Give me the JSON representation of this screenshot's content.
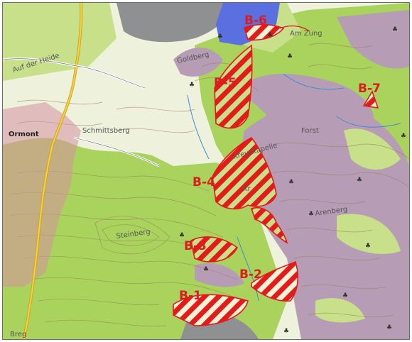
{
  "colors": {
    "forest": "#a9d35c",
    "forest_light": "#c8e08a",
    "open_land": "#f3f1d6",
    "conifer": "#b79cb6",
    "water": "#8f9092",
    "zone_blue": "#5a6fe0",
    "zone_red": "#e41b1b",
    "road": "#e6c23a",
    "settlement": "#d78fa3"
  },
  "zones": [
    {
      "id": "B-1",
      "label": "B-1"
    },
    {
      "id": "B-2",
      "label": "B-2"
    },
    {
      "id": "B-3",
      "label": "B-3"
    },
    {
      "id": "B-4",
      "label": "B-4"
    },
    {
      "id": "B-5",
      "label": "B-5"
    },
    {
      "id": "B-6",
      "label": "B-6"
    },
    {
      "id": "B-7",
      "label": "B-7"
    }
  ],
  "places": {
    "town": "Ormont",
    "schmittsberg": "Schmittsberg",
    "auf_der_heide": "Auf der Heide",
    "goldberg": "Goldberg",
    "steinberg": "Steinberg",
    "breg": "Breg",
    "forst": "Forst",
    "arenberg": "Arenberg",
    "zung": "Am Zung",
    "kappelle": "Kreuzkapelle",
    "kr": "Kr"
  }
}
